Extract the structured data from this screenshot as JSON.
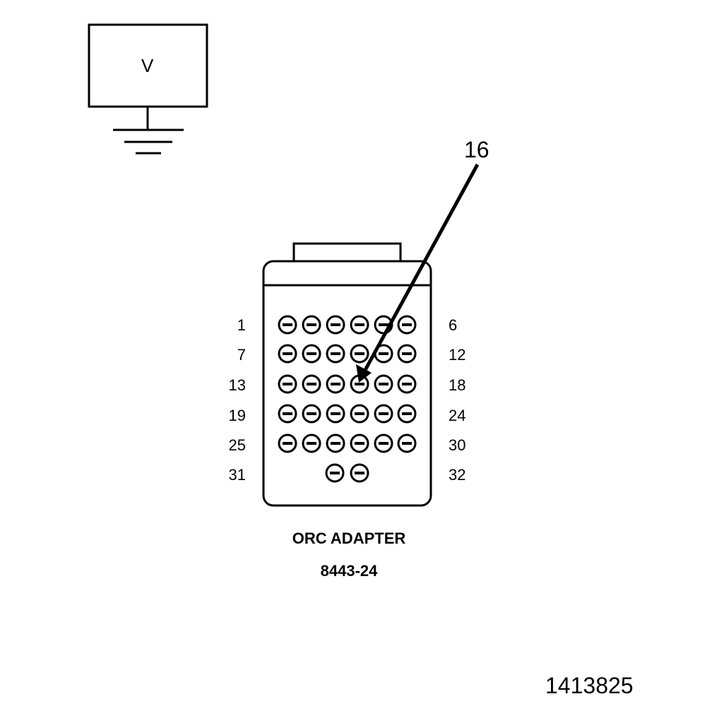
{
  "meter": {
    "symbol": "V"
  },
  "callout": {
    "pin": "16"
  },
  "connector": {
    "row_labels_left": [
      "1",
      "7",
      "13",
      "19",
      "25",
      "31"
    ],
    "row_labels_right": [
      "6",
      "12",
      "18",
      "24",
      "30",
      "32"
    ],
    "pin_rows": [
      6,
      6,
      6,
      6,
      6,
      2
    ]
  },
  "caption": {
    "name": "ORC ADAPTER",
    "part_number": "8443-24"
  },
  "figure_id": "1413825"
}
